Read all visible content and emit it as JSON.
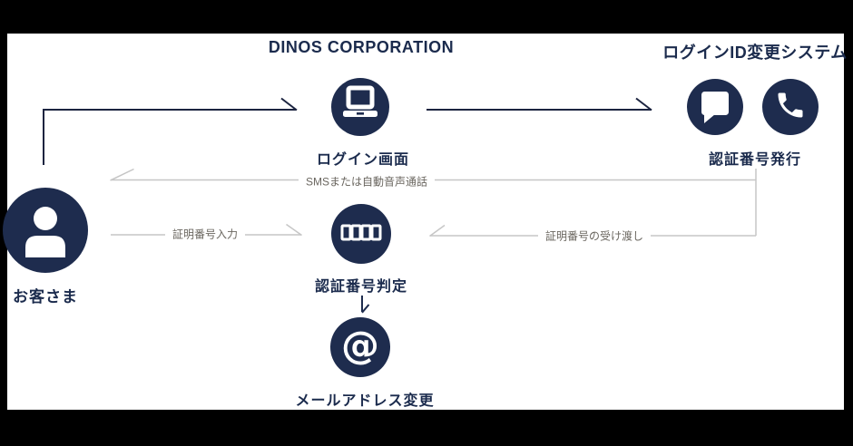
{
  "colors": {
    "frame_bg": "#000000",
    "content_bg": "#ffffff",
    "navy": "#1e2c4e",
    "text_navy": "#1b2b4d",
    "arrow_dark": "#1c2440",
    "gray_line": "#c6c6c6",
    "gray_text": "#6a665f"
  },
  "headers": {
    "company": "DINOS CORPORATION",
    "system": "ログインID変更システム"
  },
  "nodes": {
    "customer": {
      "label": "お客さま",
      "icon": "person-icon"
    },
    "login_screen": {
      "label": "ログイン画面",
      "icon": "laptop-icon"
    },
    "auth_number_issue": {
      "label": "認証番号発行",
      "icons": [
        "chat-bubble-icon",
        "phone-icon"
      ]
    },
    "auth_number_check": {
      "label": "認証番号判定",
      "icon": "pin-code-icon"
    },
    "email_change": {
      "label": "メールアドレス変更",
      "icon": "at-sign-icon"
    }
  },
  "edges": {
    "sms_or_voice_call": {
      "label": "SMSまたは自動音声通話"
    },
    "code_entry": {
      "label": "証明番号入力"
    },
    "code_handoff": {
      "label": "証明番号の受け渡し"
    }
  }
}
